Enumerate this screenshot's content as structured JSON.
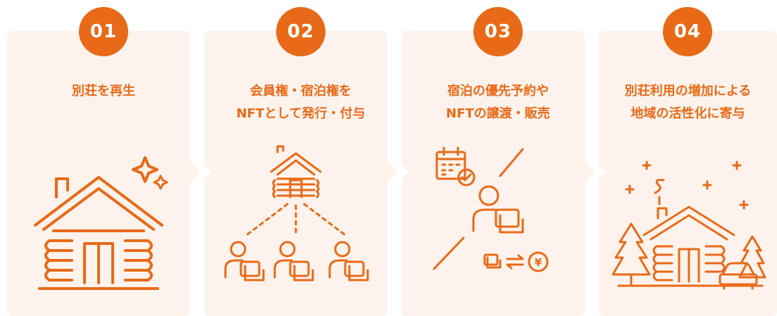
{
  "colors": {
    "accent": "#e86a18",
    "card": "#fdf3ec",
    "background": "#ffffff"
  },
  "steps": [
    {
      "number": "01",
      "title_lines": [
        "別荘を再生"
      ],
      "icon": "log-cabin-sparkle-icon"
    },
    {
      "number": "02",
      "title_lines": [
        "会員権・宿泊権を",
        "NFTとして発行・付与"
      ],
      "icon": "cabin-distribution-icon"
    },
    {
      "number": "03",
      "title_lines": [
        "宿泊の優先予約や",
        "NFTの譲渡・販売"
      ],
      "icon": "reservation-exchange-icon"
    },
    {
      "number": "04",
      "title_lines": [
        "別荘利用の増加による",
        "地域の活性化に寄与"
      ],
      "icon": "region-activation-icon"
    }
  ],
  "exchange": {
    "currency_symbol": "¥"
  }
}
